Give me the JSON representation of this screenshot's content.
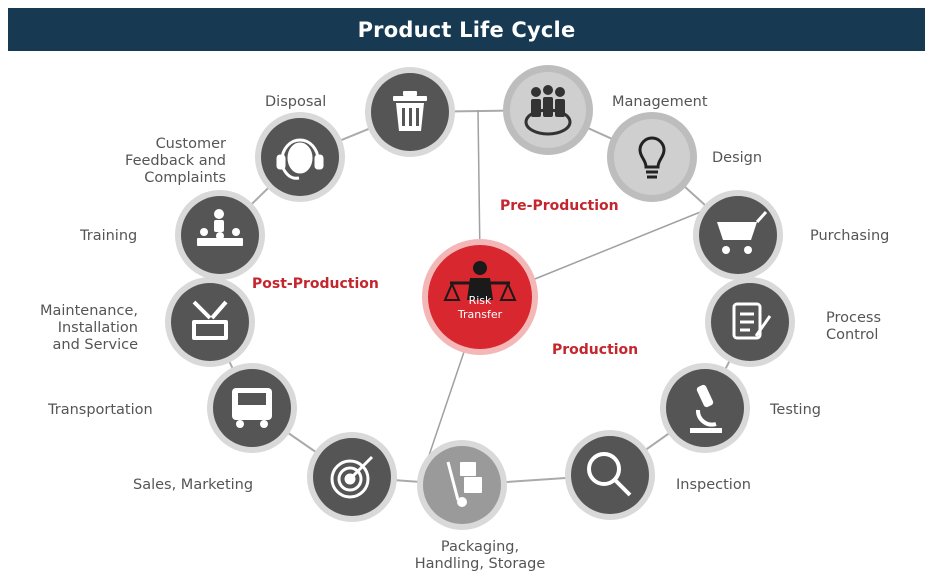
{
  "title": "Product Life Cycle",
  "colors": {
    "header_bg": "#173a52",
    "node_dark": "#555555",
    "node_light": "#bdbdbd",
    "accent_red": "#d8272e"
  },
  "phases": {
    "pre": "Pre-Production",
    "post": "Post-Production",
    "production": "Production"
  },
  "center": {
    "line1": "Risk",
    "line2": "Transfer",
    "icon": "scales-person-icon"
  },
  "stages": [
    {
      "key": "management",
      "label_lines": [
        "Management"
      ],
      "icon": "people-globe-icon"
    },
    {
      "key": "design",
      "label_lines": [
        "Design"
      ],
      "icon": "lightbulb-icon"
    },
    {
      "key": "purchasing",
      "label_lines": [
        "Purchasing"
      ],
      "icon": "shopping-cart-icon"
    },
    {
      "key": "process-control",
      "label_lines": [
        "Process",
        "Control"
      ],
      "icon": "checklist-icon"
    },
    {
      "key": "testing",
      "label_lines": [
        "Testing"
      ],
      "icon": "microscope-icon"
    },
    {
      "key": "inspection",
      "label_lines": [
        "Inspection"
      ],
      "icon": "magnifier-icon"
    },
    {
      "key": "packaging",
      "label_lines": [
        "Packaging,",
        "Handling, Storage"
      ],
      "icon": "hand-truck-icon"
    },
    {
      "key": "sales",
      "label_lines": [
        "Sales, Marketing"
      ],
      "icon": "target-icon"
    },
    {
      "key": "transportation",
      "label_lines": [
        "Transportation"
      ],
      "icon": "truck-icon"
    },
    {
      "key": "maintenance",
      "label_lines": [
        "Maintenance,",
        "Installation",
        "and Service"
      ],
      "icon": "toolbox-icon"
    },
    {
      "key": "training",
      "label_lines": [
        "Training"
      ],
      "icon": "classroom-icon"
    },
    {
      "key": "customer-feedback",
      "label_lines": [
        "Customer",
        "Feedback and",
        "Complaints"
      ],
      "icon": "headset-icon"
    },
    {
      "key": "disposal",
      "label_lines": [
        "Disposal"
      ],
      "icon": "trash-icon"
    }
  ]
}
